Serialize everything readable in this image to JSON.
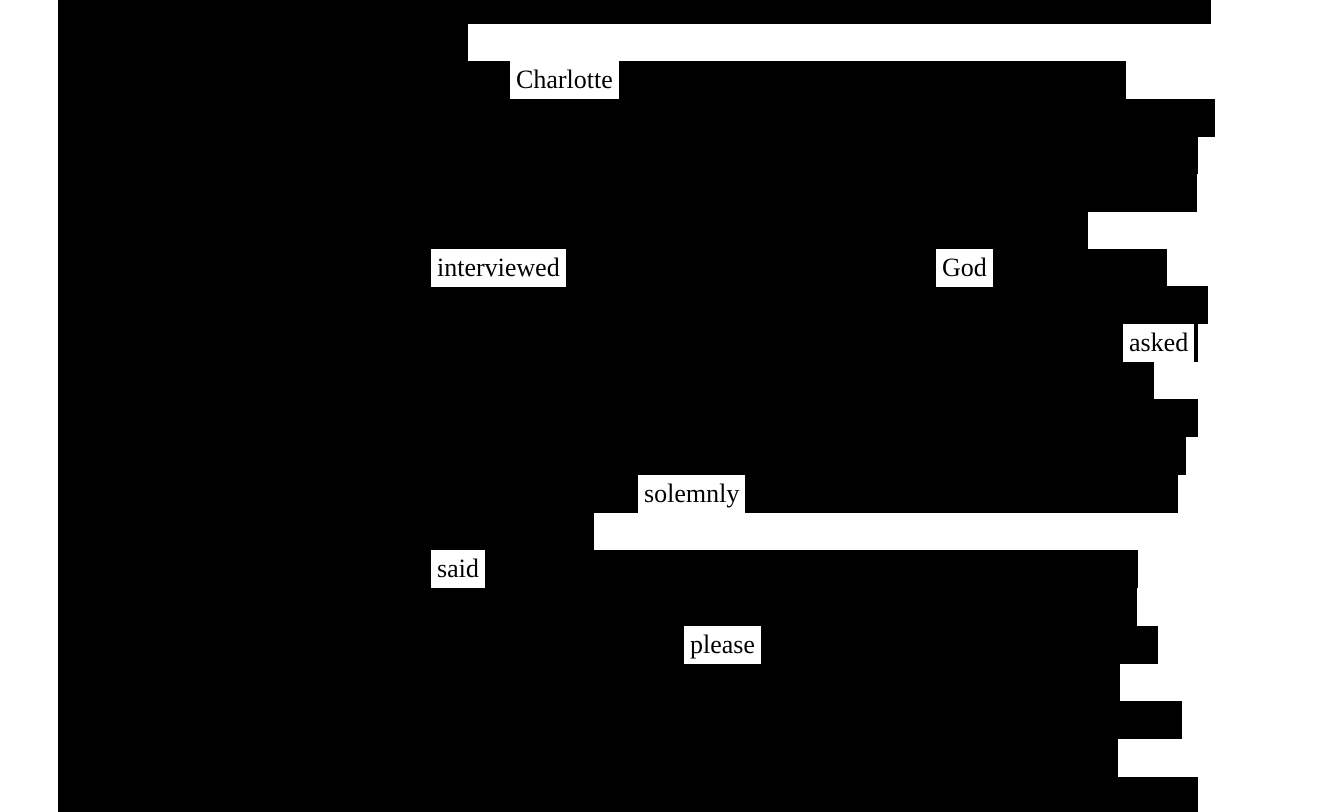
{
  "colors": {
    "background": "#ffffff",
    "redaction": "#000000",
    "text": "#000000"
  },
  "words": {
    "charlotte": "Charlotte",
    "interviewed": "interviewed",
    "god": "God",
    "asked": "asked",
    "solemnly": "solemnly",
    "said": "said",
    "please": "please"
  }
}
